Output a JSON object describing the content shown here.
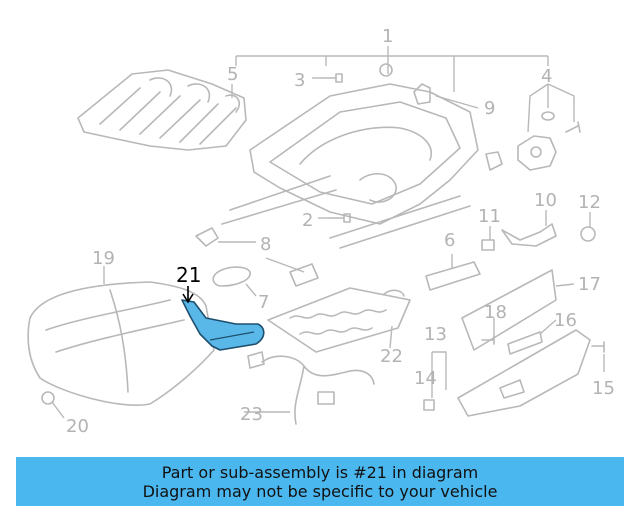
{
  "colors": {
    "highlight_part": "#5ab8e8",
    "highlight_outline": "#1e4f6e",
    "banner_bg": "#4bb7ef",
    "line_gray": "#b8b8b8",
    "text_gray": "#b3b3b3"
  },
  "callouts": {
    "c1": "1",
    "c2": "2",
    "c3": "3",
    "c4": "4",
    "c5": "5",
    "c6": "6",
    "c7": "7",
    "c8": "8",
    "c9": "9",
    "c10": "10",
    "c11": "11",
    "c12": "12",
    "c13": "13",
    "c14": "14",
    "c15": "15",
    "c16": "16",
    "c17": "17",
    "c18": "18",
    "c19": "19",
    "c20": "20",
    "c21": "21",
    "c22": "22",
    "c23": "23"
  },
  "banner": {
    "line1": "Part or sub-assembly is #21 in diagram",
    "line2": "Diagram may not be specific to your vehicle"
  }
}
